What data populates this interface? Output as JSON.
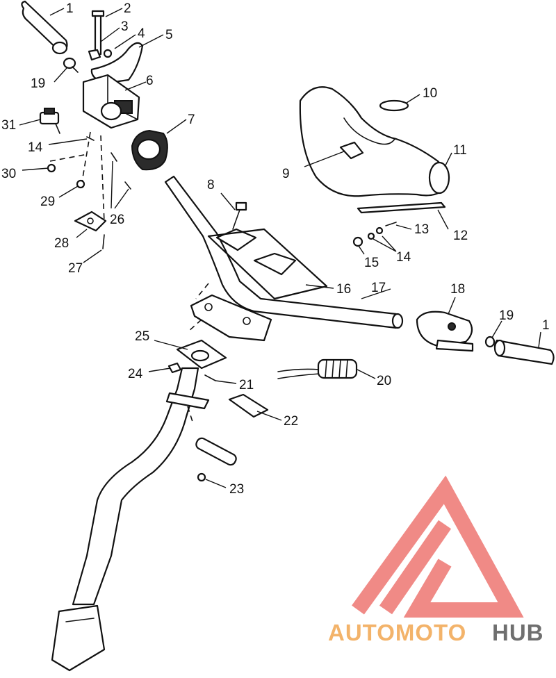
{
  "diagram": {
    "callouts": {
      "c1a": "1",
      "c2": "2",
      "c3": "3",
      "c4": "4",
      "c5": "5",
      "c6": "6",
      "c7": "7",
      "c8": "8",
      "c9": "9",
      "c10": "10",
      "c11": "11",
      "c12": "12",
      "c13": "13",
      "c14a": "14",
      "c14b": "14",
      "c15": "15",
      "c16": "16",
      "c17": "17",
      "c18": "18",
      "c19a": "19",
      "c19b": "19",
      "c1b": "1",
      "c20": "20",
      "c21": "21",
      "c22": "22",
      "c23": "23",
      "c24": "24",
      "c25": "25",
      "c26": "26",
      "c27": "27",
      "c28": "28",
      "c29": "29",
      "c30": "30",
      "c31": "31"
    }
  },
  "watermark": {
    "brand_part_1": "AUTOMOTO",
    "brand_part_2": "HUB",
    "colors": {
      "logo": "#f08a86",
      "text_1": "#f3b36a",
      "text_2": "#6f6f6f"
    }
  }
}
